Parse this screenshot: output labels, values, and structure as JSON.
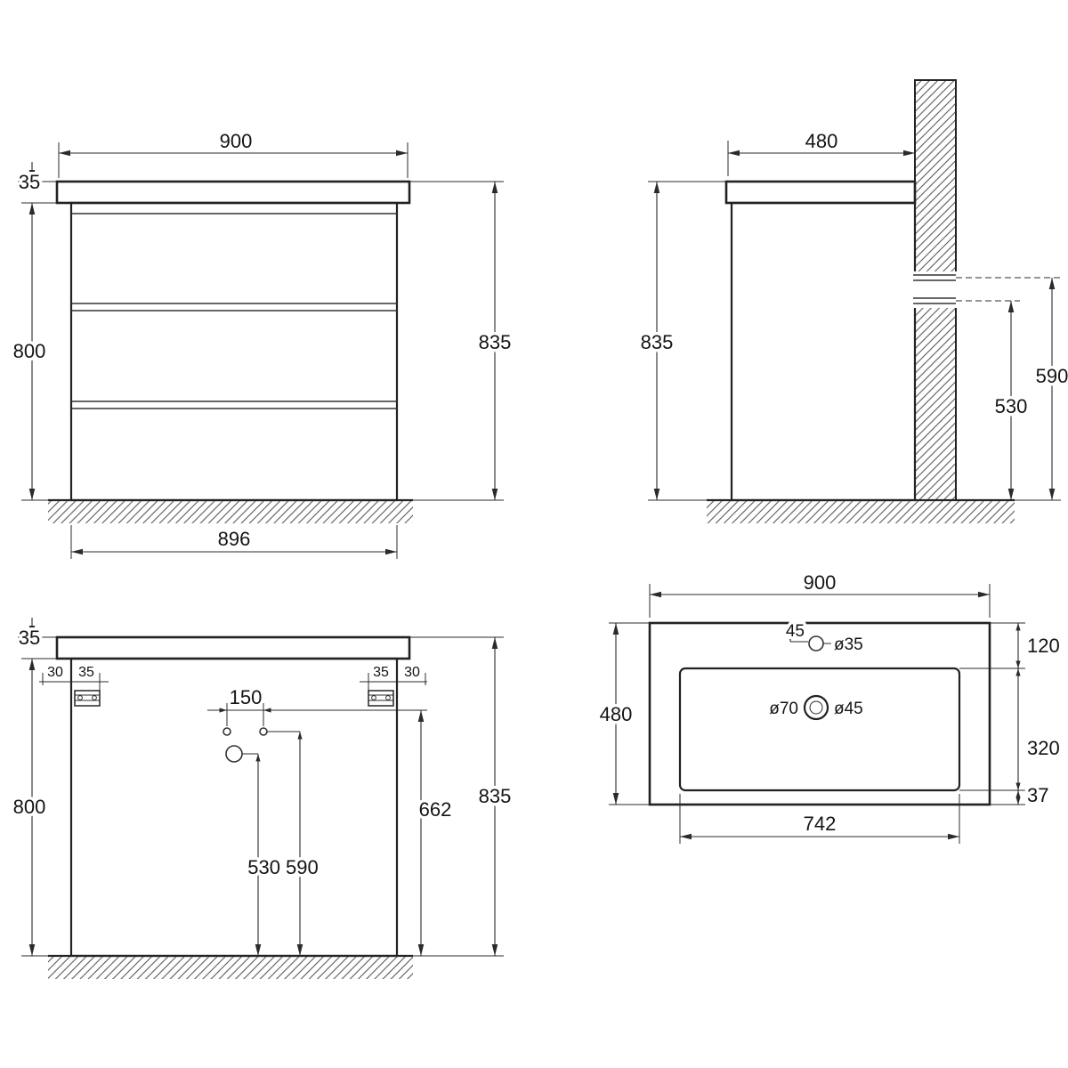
{
  "front": {
    "top_width": "900",
    "top_thickness": "35",
    "body_height": "800",
    "total_height": "835",
    "base_width": "896"
  },
  "side": {
    "depth": "480",
    "total_height": "835",
    "bracket_height": "530",
    "rail_height": "590"
  },
  "back": {
    "top_thickness": "35",
    "left_offset": "30",
    "left_bracket_width": "35",
    "right_bracket_width": "35",
    "right_offset": "30",
    "hole_spacing": "150",
    "body_height": "800",
    "total_height": "835",
    "drain_height": "662",
    "hole_heights": "530 590"
  },
  "basin": {
    "width": "900",
    "depth": "480",
    "faucet_offset": "45",
    "faucet_hole": "ø35",
    "drain_outer": "ø70",
    "drain_hole": "ø45",
    "back_ledge": "120",
    "bowl_depth": "320",
    "front_ledge": "37",
    "bowl_width": "742"
  }
}
